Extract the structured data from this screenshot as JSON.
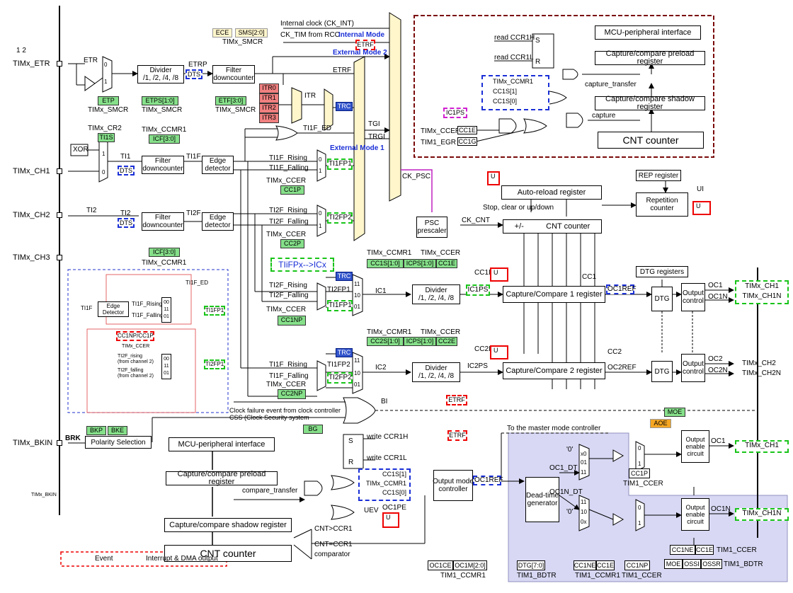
{
  "figure_note": "1 2",
  "pins": {
    "etr": "TIMx_ETR",
    "ch1": "TIMx_CH1",
    "ch2": "TIMx_CH2",
    "ch3": "TIMx_CH3",
    "bkin": "TIMx_BKIN",
    "bkin_small": "TIMx_BKIN",
    "out_ch1": "TIMx_CH1",
    "out_ch1n": "TIMx_CH1N",
    "out_ch2": "TIMx_CH2",
    "out_ch2n": "TIMx_CH2N",
    "out_ch1_b": "TIMx_CH1",
    "out_ch1n_b": "TIMx_CH1N"
  },
  "etr": {
    "etr": "ETR",
    "etp": "ETP",
    "etp_reg": "TIMx_SMCR",
    "divider": "Divider\n/1, /2, /4, /8",
    "etps": "ETPS[1:0]",
    "etps_reg": "TIMx_SMCR",
    "etrp": "ETRP",
    "dts": "DTS",
    "filter": "Filter\ndowncounter",
    "etf": "ETF[3:0]",
    "etf_reg": "TIMx_SMCR",
    "etrf": "ETRF",
    "ece": "ECE",
    "sms": "SMS[2:0]",
    "smcr": "TIMx_SMCR",
    "mux0": "0",
    "mux1": "1"
  },
  "clock": {
    "internal": "Internal clock (CK_INT)",
    "ck_tim": "CK_TIM from RCC",
    "internal_mode": "Internal Mode",
    "etrf_event": "ETRF",
    "external_mode2": "External Mode 2",
    "external_mode1": "External Mode 1",
    "itr": "ITR",
    "itr0": "ITR0",
    "itr1": "ITR1",
    "itr2": "ITR2",
    "itr3": "ITR3",
    "trc": "TRC",
    "tgi": "TGI",
    "trgi": "TRGI",
    "ck_psc": "CK_PSC",
    "ti1f_ed": "TI1F_ED"
  },
  "inputs": {
    "cr2": "TIMx_CR2",
    "ti1s": "TI1S",
    "xor": "XOR",
    "ccmr1_top": "TIMx_CCMR1",
    "icf_top": "ICF[3:0]",
    "ti1": "TI1",
    "dts1": "DTS",
    "filter1": "Filter\ndowncounter",
    "ti1f": "TI1F",
    "edge1": "Edge\ndetector",
    "ti1f_rising": "TI1F_Rising",
    "ti1f_falling": "TI1F_Falling",
    "ti1fp1": "TI1FP1",
    "ccer1": "TIMx_CCER",
    "cc1p": "CC1P",
    "ti2": "TI2",
    "ti2b": "TI2",
    "dts2": "DTS",
    "filter2": "Filter\ndowncounter",
    "ti2f": "TI2F",
    "edge2": "Edge\ndetector",
    "ti2f_rising": "TI2F_Rising",
    "ti2f_falling": "TI2F_Falling",
    "ti2fp2": "TI2FP2",
    "ccer2": "TIMx_CCER",
    "cc2p": "CC2P",
    "icf_bottom": "ICF[3:0]",
    "ccmr1_bottom": "TIMx_CCMR1",
    "zero": "0",
    "one": "1"
  },
  "detail": {
    "ti1f_ed": "TI1F_ED",
    "ti1f": "TI1F",
    "edge": "Edge\nDetector",
    "rising": "TI1F_Rising",
    "falling": "TI1F_Falling",
    "ti1fp1": "TI1FP1",
    "cc1np": "CC1NP/CC1P",
    "ccer": "TIMx_CCER",
    "ti2f_rising": "TI2F_rising",
    "from_ch2a": "(from channel 2)",
    "ti2f_falling": "TI2F_falling",
    "from_ch2b": "(from channel 2)",
    "ti2fp1": "TI2FP1",
    "m00": "00",
    "m11": "11",
    "m01": "01",
    "n00": "00",
    "n11": "11",
    "n01": "01"
  },
  "capture_path": {
    "tifp_label": "TIiFPx-->ICx",
    "ccmr1_1": "TIMx_CCMR1",
    "ccer_1": "TIMx_CCER",
    "cc1s": "CC1S[1:0]",
    "icps1": "ICPS[1:0]",
    "cc1e": "CC1E",
    "trc1": "TRC",
    "ti2f_rising": "TI2F_Rising",
    "ti2f_falling": "TI2F_Falling",
    "ti2fp1": "TI2FP1",
    "ti1fp1": "TI1FP1",
    "ccer_np1": "TIMx_CCER",
    "cc1np": "CC1NP",
    "ic1": "IC1",
    "divider1": "Divider\n/1, /2, /4, /8",
    "ic1ps": "IC1PS",
    "cc1i": "CC1I",
    "u1": "U",
    "ccr1": "Capture/Compare 1 register",
    "cc1": "CC1",
    "oc1ref": "OC1REF",
    "ccmr1_2": "TIMx_CCMR1",
    "ccer_2": "TIMx_CCER",
    "cc2s": "CC2S[1:0]",
    "icps2": "ICPS[1:0]",
    "cc2e": "CC2E",
    "trc2": "TRC",
    "ti1f_rising": "TI1F_Rising",
    "ti1f_falling": "TI1F_Falling",
    "ti1fp2": "TI1FP2",
    "ti2fp2": "TI2FP2",
    "ccer_np2": "TIMx_CCER",
    "cc2np": "CC2NP",
    "ic2": "IC2",
    "divider2": "Divider\n/1, /2, /4, /8",
    "ic2ps": "IC2PS",
    "cc2i": "CC2I",
    "u2": "U",
    "ccr2": "Capture/Compare 2 register",
    "cc2": "CC2",
    "oc2ref": "OC2REF",
    "etrf": "ETRF",
    "m11": "11",
    "m10": "10",
    "m01": "01",
    "n11": "11",
    "n10": "10",
    "n01": "01"
  },
  "counter": {
    "u": "U",
    "arr": "Auto-reload register",
    "stop": "Stop, clear or up/down",
    "psc": "PSC\nprescaler",
    "ck_cnt": "CK_CNT",
    "plusminus": "+/-",
    "cnt": "CNT counter",
    "rep": "REP register",
    "rep_counter": "Repetition\ncounter",
    "ui": "UI",
    "u_rep": "U"
  },
  "outputs": {
    "dtg_regs": "DTG registers",
    "dtg1": "DTG",
    "oc_ctrl1": "Output\ncontrol",
    "oc1": "OC1",
    "oc1n": "OC1N",
    "dtg2": "DTG",
    "oc_ctrl2": "Output\ncontrol",
    "oc2": "OC2",
    "oc2n": "OC2N",
    "moe": "MOE",
    "aoe": "AOE",
    "bi": "BI"
  },
  "brk": {
    "clock_fail": "Clock failure event from clock controller",
    "css": "CSS (Clock Security system",
    "brk": "BRK",
    "bkp": "BKP",
    "bke": "BKE",
    "polarity": "Polarity Selection",
    "bg": "BG"
  },
  "capture_detail": {
    "read_h": "read CCR1H",
    "read_l": "read CCR1L",
    "s": "S",
    "r": "R",
    "ccmr1": "TIMx_CCMR1",
    "cc1s1": "CC1S[1]",
    "cc1s0": "CC1S[0]",
    "ic1ps": "IC1PS",
    "ccer": "TIMx_CCER",
    "cc1e": "CC1E",
    "egr": "TIM1_EGR",
    "cc1g": "CC1G",
    "mcu": "MCU-peripheral interface",
    "preload": "Capture/compare preload register",
    "transfer": "capture_transfer",
    "shadow": "Capture/compare shadow register",
    "capture": "capture",
    "cnt": "CNT counter"
  },
  "compare_detail": {
    "mcu": "MCU-peripheral interface",
    "preload": "Capture/compare preload register",
    "transfer": "compare_transfer",
    "shadow": "Capture/compare shadow register",
    "cnt": "CNT counter",
    "write_h": "write CCR1H",
    "write_l": "write CCR1L",
    "s": "S",
    "r": "R",
    "cc1s1": "CC1S[1]",
    "ccmr1": "TIMx_CCMR1",
    "cc1s0": "CC1S[0]",
    "uev": "UEV",
    "oc1pe": "OC1PE",
    "u": "U",
    "cnt_gt": "CNT>CCR1",
    "cnt_eq": "CNT=CCR1",
    "comparator": "comparator",
    "etrf": "ETRF",
    "omc": "Output mode\ncontroller",
    "oc1ref": "OC1REF",
    "oc1ce": "OC1CE",
    "oc1m": "OC1M[2:0]",
    "ccmr1_reg": "TIM1_CCMR1",
    "master": "To the master mode controller"
  },
  "deadtime": {
    "dtgen": "Dead-time\ngenerator",
    "oc1_dt": "OC1_DT",
    "oc1n_dt": "OC1N_DT",
    "zero_a": "'0'",
    "zero_b": "'0'",
    "x0": "x0",
    "m01": "01",
    "m11": "11",
    "n11": "11",
    "n10": "10",
    "n0x": "0x",
    "m0": "0",
    "m1": "1",
    "k0": "0",
    "k1": "1",
    "cc1p": "CC1P",
    "ccer_a": "TIM1_CCER",
    "oe1": "Output\nenable\ncircuit",
    "oc1": "OC1",
    "oe2": "Output\nenable\ncircuit",
    "oc1n": "OC1N",
    "dtg_bits": "DTG[7:0]",
    "bdtr_a": "TIM1_BDTR",
    "cc1ne": "CC1NE",
    "cc1e": "CC1E",
    "ccmr1_b": "TIM1_CCMR1",
    "cc1np": "CC1NP",
    "ccer_b": "TIM1_CCER",
    "cc1ne2": "CC1NE",
    "cc1e2": "CC1E",
    "ccer_c": "TIM1_CCER",
    "moe": "MOE",
    "ossi": "OSSI",
    "ossr": "OSSR",
    "bdtr_b": "TIM1_BDTR"
  },
  "legend": {
    "event": "Event",
    "interrupt": "Interrupt & DMA output"
  }
}
